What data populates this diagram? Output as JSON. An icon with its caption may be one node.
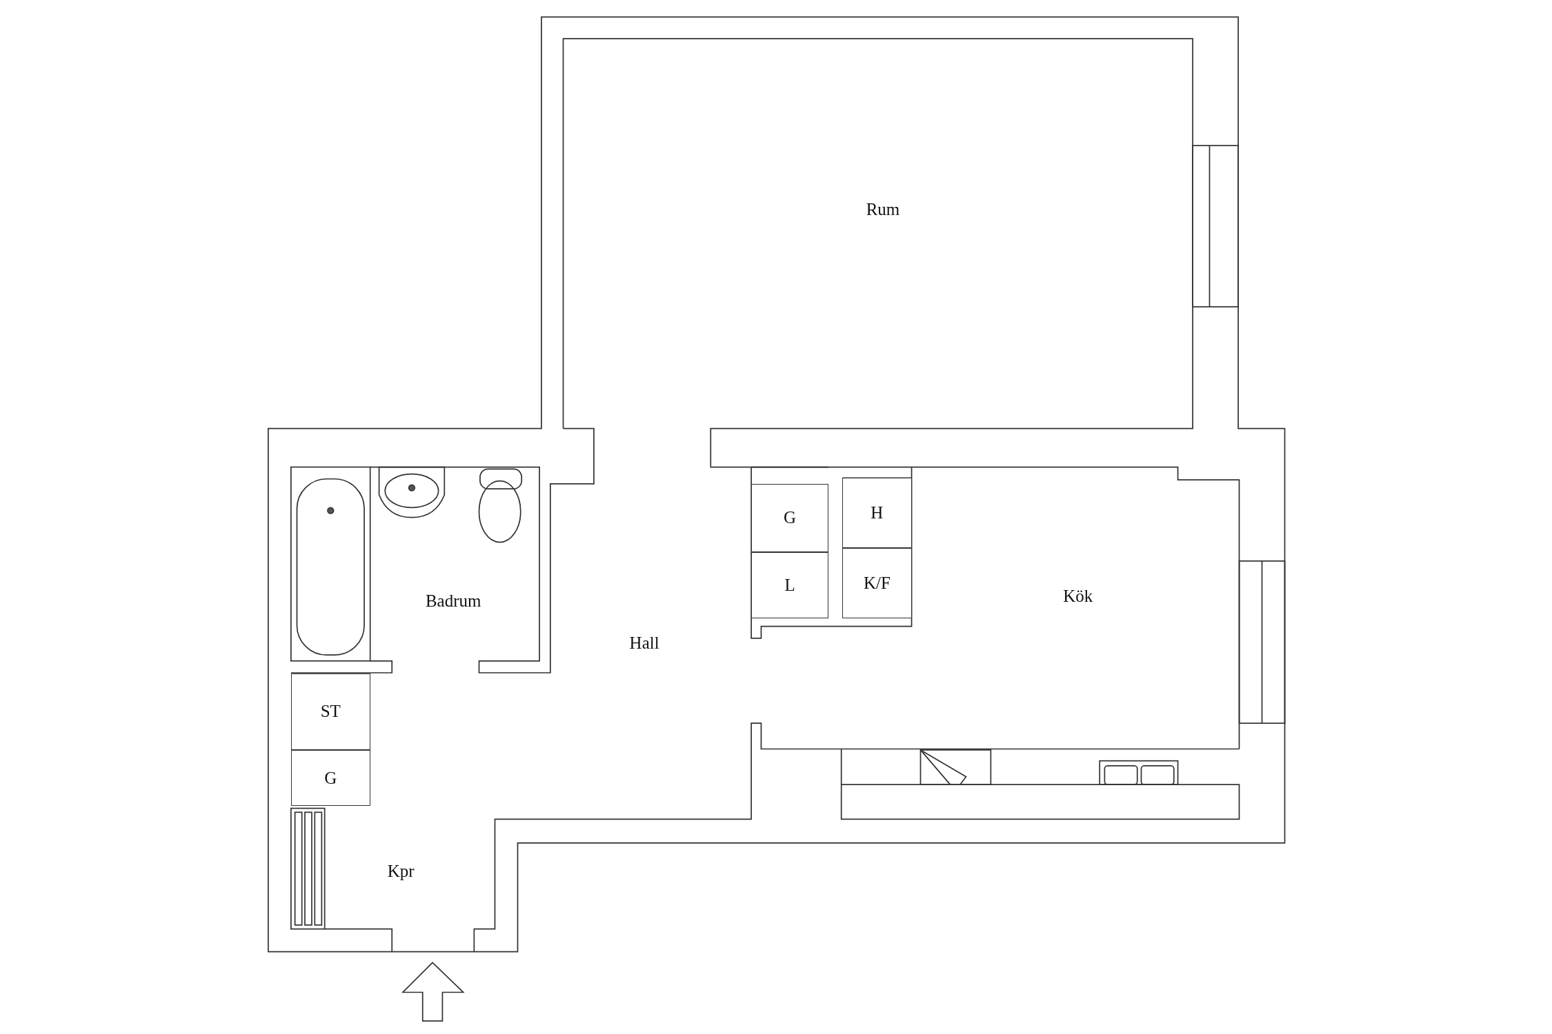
{
  "diagram": {
    "nodes": [
      {
        "text": [
          "G"
        ]
      },
      {
        "text": [
          "L"
        ]
      },
      {
        "text": [
          "H"
        ]
      },
      {
        "text": [
          "K/F"
        ]
      },
      {
        "text": [
          "ST"
        ]
      },
      {
        "text": [
          "G"
        ]
      }
    ],
    "labels": [
      "Rum",
      "Badrum",
      "Hall",
      "Kök",
      "Kpr"
    ]
  }
}
